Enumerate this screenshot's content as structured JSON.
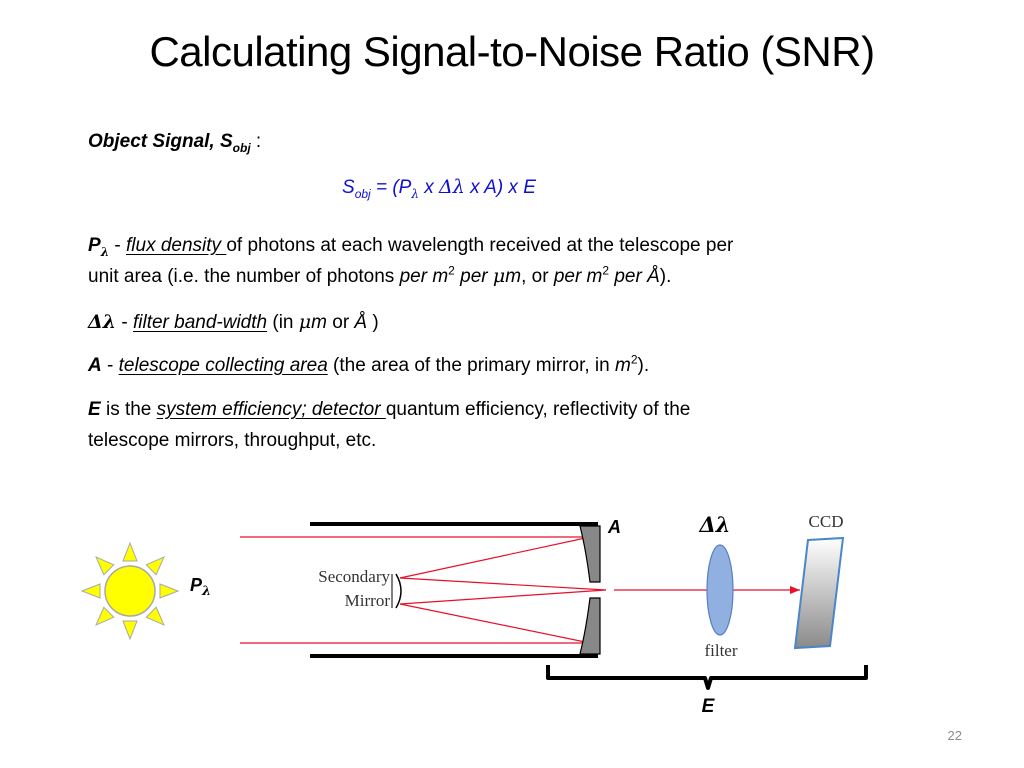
{
  "title": "Calculating Signal-to-Noise Ratio (SNR)",
  "object_signal": {
    "label": "Object Signal, S",
    "sub": "obj",
    "colon": " :"
  },
  "equation": {
    "s": "S",
    "s_sub": "obj",
    "eq": " = (P",
    "lambda1": "λ",
    "x1": " x ",
    "delta_lambda": "Δλ",
    "rest": " x A) x E"
  },
  "p_def": {
    "term": "P",
    "term_sub": "λ",
    "dash": " - ",
    "key": "flux density ",
    "text1": "of photons at each wavelength received at the telescope per",
    "line2_pre": "unit area (i.e. the number of photons ",
    "per_m": "per m",
    "sup1": "2",
    "per_um": " per ",
    "mu": "μ",
    "m": "m",
    "or": ", or ",
    "per_m2": "per m",
    "sup2": "2",
    "per_a": " per Å",
    "close": ")."
  },
  "dl_def": {
    "term": "Δλ",
    "dash": " - ",
    "key": "filter band-width",
    "pre": " (in ",
    "mu": "μ",
    "m": "m",
    "or": " or ",
    "a": "Å",
    "close": " )"
  },
  "a_def": {
    "term": "A",
    "dash": " - ",
    "key": "telescope collecting area",
    "text": " (the area of the primary mirror, in ",
    "m": "m",
    "sup": "2",
    "close": ")."
  },
  "e_def": {
    "term": "E",
    "is_the": " is the ",
    "key": "system efficiency; detector ",
    "text1": "quantum efficiency, reflectivity of the",
    "text2": "telescope mirrors, throughput, etc."
  },
  "diagram": {
    "p_label": "P",
    "p_sub": "λ",
    "secondary_line1": "Secondary",
    "secondary_line2": "Mirror",
    "a_label": "A",
    "dl_label": "Δλ",
    "ccd_label": "CCD",
    "filter_label": "filter",
    "e_label": "E",
    "colors": {
      "sun_fill": "#ffff00",
      "sun_stroke": "#a8a8a8",
      "ray": "#e8102a",
      "lens": "#8fb0e0",
      "mirror": "#888888"
    }
  },
  "page_number": "22"
}
